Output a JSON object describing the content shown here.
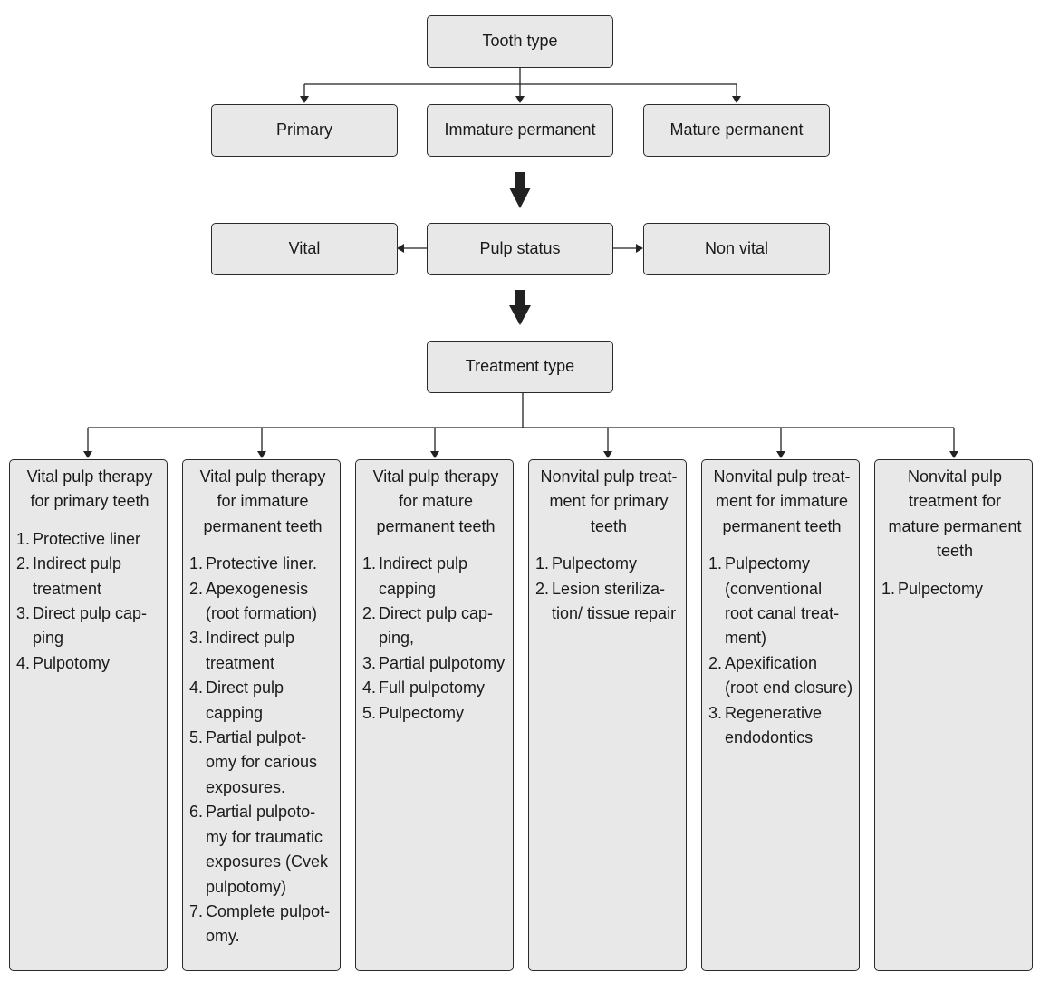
{
  "nodes": {
    "tooth_type": "Tooth type",
    "primary": "Primary",
    "immature_permanent": "Immature permanent",
    "mature_permanent": "Mature permanent",
    "pulp_status": "Pulp status",
    "vital": "Vital",
    "non_vital": "Non vital",
    "treatment_type": "Treatment type"
  },
  "columns": [
    {
      "title": [
        "Vital pulp therapy",
        "for primary teeth"
      ],
      "items": [
        {
          "num": "1.",
          "lines": [
            "Protective liner"
          ]
        },
        {
          "num": "2.",
          "lines": [
            "Indirect pulp",
            "treatment"
          ]
        },
        {
          "num": "3.",
          "lines": [
            "Direct pulp cap-",
            "ping"
          ]
        },
        {
          "num": "4.",
          "lines": [
            "Pulpotomy"
          ]
        }
      ]
    },
    {
      "title": [
        "Vital pulp therapy",
        "for immature",
        "permanent teeth"
      ],
      "items": [
        {
          "num": "1.",
          "lines": [
            "Protective liner."
          ]
        },
        {
          "num": "2.",
          "lines": [
            "Apexogenesis",
            "(root formation)"
          ]
        },
        {
          "num": "3.",
          "lines": [
            "Indirect pulp",
            "treatment"
          ]
        },
        {
          "num": "4.",
          "lines": [
            "Direct pulp",
            "capping"
          ]
        },
        {
          "num": "5.",
          "lines": [
            "Partial pulpot-",
            "omy for carious",
            "exposures."
          ]
        },
        {
          "num": "6.",
          "lines": [
            "Partial pulpoto-",
            "my for traumatic",
            "exposures (Cvek",
            "pulpotomy)"
          ]
        },
        {
          "num": "7.",
          "lines": [
            "Complete pulpot-",
            "omy."
          ]
        }
      ]
    },
    {
      "title": [
        "Vital pulp therapy",
        "for mature",
        "permanent teeth"
      ],
      "items": [
        {
          "num": "1.",
          "lines": [
            "Indirect pulp",
            "capping"
          ]
        },
        {
          "num": "2.",
          "lines": [
            "Direct pulp cap-",
            "ping,"
          ]
        },
        {
          "num": "3.",
          "lines": [
            "Partial pulpotomy"
          ]
        },
        {
          "num": "4.",
          "lines": [
            "Full pulpotomy"
          ]
        },
        {
          "num": "5.",
          "lines": [
            "Pulpectomy"
          ]
        }
      ]
    },
    {
      "title": [
        "Nonvital pulp treat-",
        "ment for primary",
        "teeth"
      ],
      "items": [
        {
          "num": "1.",
          "lines": [
            "Pulpectomy"
          ]
        },
        {
          "num": "2.",
          "lines": [
            "Lesion steriliza-",
            "tion/ tissue repair"
          ]
        }
      ]
    },
    {
      "title": [
        "Nonvital pulp treat-",
        "ment for immature",
        "permanent teeth"
      ],
      "items": [
        {
          "num": "1.",
          "lines": [
            "Pulpectomy",
            "(conventional",
            "root canal treat-",
            "ment)"
          ]
        },
        {
          "num": "2.",
          "lines": [
            "Apexification",
            "(root end closure)"
          ]
        },
        {
          "num": "3.",
          "lines": [
            "Regenerative",
            "endodontics"
          ]
        }
      ]
    },
    {
      "title": [
        "Nonvital pulp",
        "treatment for",
        "mature permanent",
        "teeth"
      ],
      "items": [
        {
          "num": "1.",
          "lines": [
            "Pulpectomy"
          ]
        }
      ]
    }
  ]
}
